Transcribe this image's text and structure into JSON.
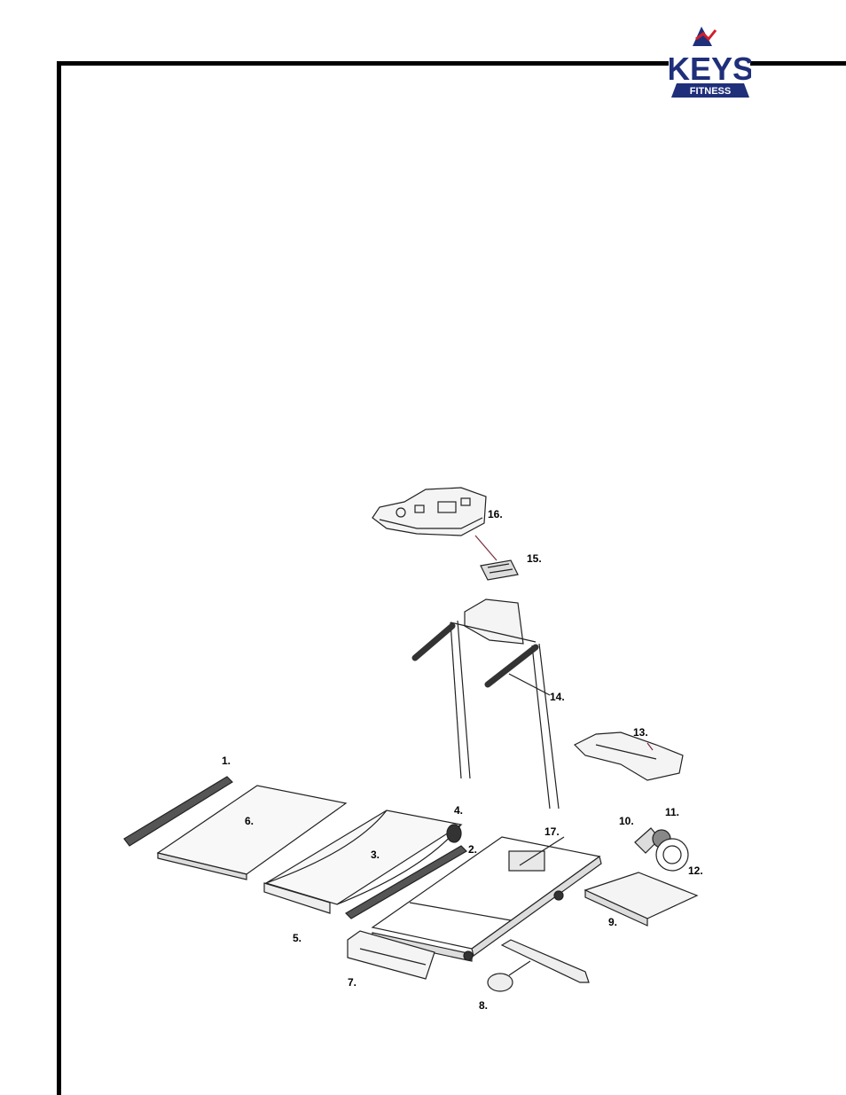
{
  "brand": {
    "logo_top": "KEYS",
    "logo_bottom": "FITNESS",
    "colors": {
      "navy": "#1f2f7a",
      "red": "#d11f2a",
      "ink": "#000000"
    }
  },
  "diagram": {
    "labels": [
      "1.",
      "2.",
      "3.",
      "4.",
      "5.",
      "6.",
      "7.",
      "8.",
      "9.",
      "10.",
      "11.",
      "12.",
      "13.",
      "14.",
      "15.",
      "16.",
      "17."
    ]
  }
}
